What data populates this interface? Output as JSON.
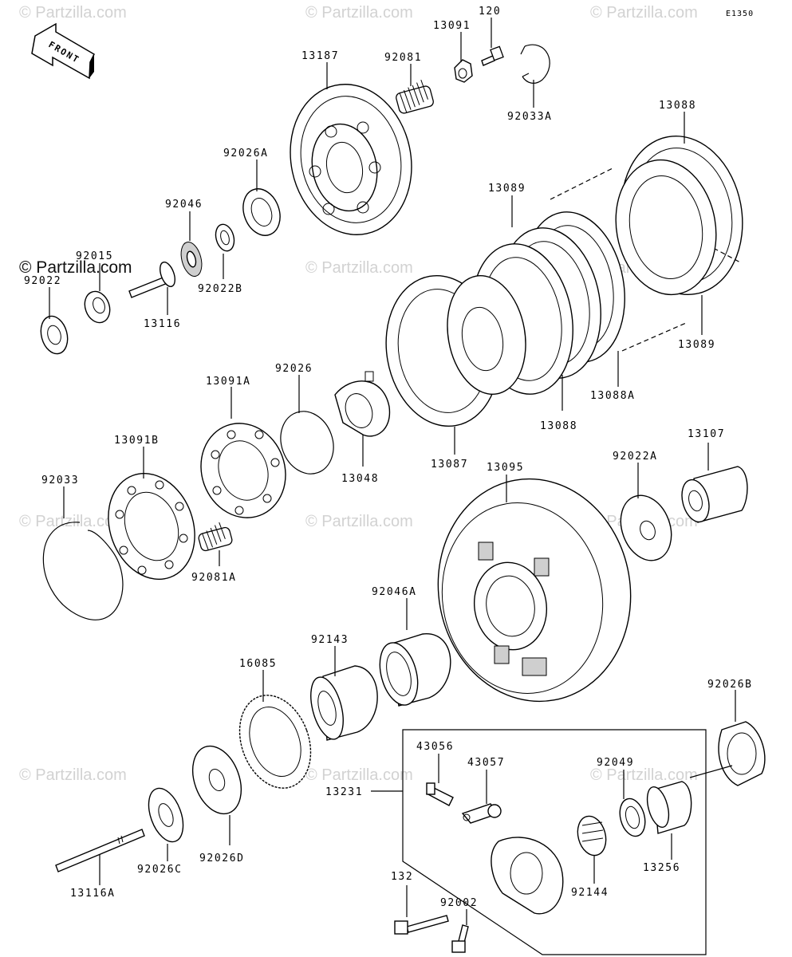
{
  "diagram_code": "E1350",
  "front_label": "FRONT",
  "watermark_text": "© Partzilla.com",
  "watermark_dark_text": "© Partzilla.com",
  "parts": {
    "p13187": "13187",
    "p92081": "92081",
    "p13091": "13091",
    "p120": "120",
    "p92033A": "92033A",
    "p92026A": "92026A",
    "p92046": "92046",
    "p92015": "92015",
    "p92022": "92022",
    "p13116": "13116",
    "p92022B": "92022B",
    "p13088_top": "13088",
    "p13089_top": "13089",
    "p13089_right": "13089",
    "p13088A": "13088A",
    "p13088_bottom": "13088",
    "p13087": "13087",
    "p13091A": "13091A",
    "p92026": "92026",
    "p13048": "13048",
    "p13091B": "13091B",
    "p92033": "92033",
    "p92081A": "92081A",
    "p13095": "13095",
    "p92022A": "92022A",
    "p13107": "13107",
    "p92046A": "92046A",
    "p92143": "92143",
    "p16085": "16085",
    "p92026B": "92026B",
    "p43056": "43056",
    "p43057": "43057",
    "p92049": "92049",
    "p13231": "13231",
    "p13256": "13256",
    "p92144": "92144",
    "p132": "132",
    "p92002": "92002",
    "p92026D": "92026D",
    "p92026C": "92026C",
    "p13116A": "13116A"
  }
}
